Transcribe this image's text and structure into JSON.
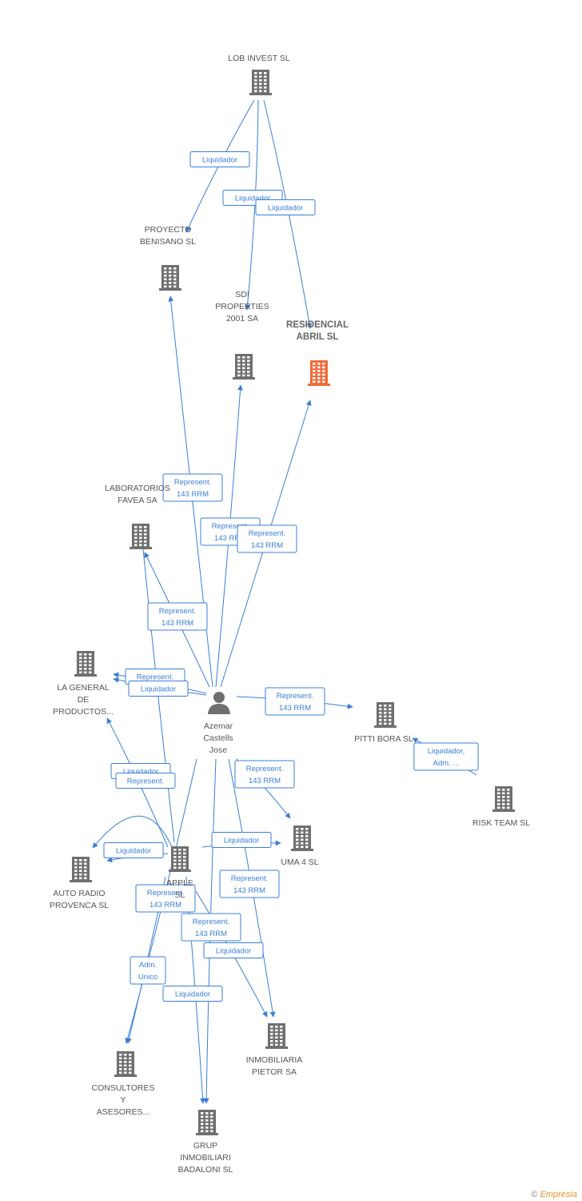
{
  "nodes": [
    {
      "id": "lob",
      "type": "company",
      "label": [
        "LOB INVEST SL"
      ]
    },
    {
      "id": "proyecto",
      "type": "company",
      "label": [
        "PROYECTO",
        "BENISANO SL"
      ]
    },
    {
      "id": "sdi",
      "type": "company",
      "label": [
        "SDI",
        "PROPERTIES",
        "2001 SA"
      ]
    },
    {
      "id": "residencial",
      "type": "company",
      "highlight": true,
      "label": [
        "RESIDENCIAL",
        "ABRIL SL"
      ]
    },
    {
      "id": "laboratorios",
      "type": "company",
      "label": [
        "LABORATORIOS",
        "FAVEA SA"
      ]
    },
    {
      "id": "lageneral",
      "type": "company",
      "label": [
        "LA GENERAL",
        "DE",
        "PRODUCTOS..."
      ]
    },
    {
      "id": "azemar",
      "type": "person",
      "label": [
        "Azemar",
        "Castells",
        "Jose"
      ]
    },
    {
      "id": "pittibora",
      "type": "company",
      "label": [
        "PITTI BORA SL"
      ]
    },
    {
      "id": "riskteam",
      "type": "company",
      "label": [
        "RISK TEAM SL"
      ]
    },
    {
      "id": "uma4",
      "type": "company",
      "label": [
        "UMA 4 SL"
      ]
    },
    {
      "id": "autoradio",
      "type": "company",
      "label": [
        "AUTO RADIO",
        "PROVENCA SL"
      ]
    },
    {
      "id": "apple",
      "type": "company",
      "label": [
        "APPLE",
        "SL"
      ]
    },
    {
      "id": "inmobiliaria",
      "type": "company",
      "label": [
        "INMOBILIARIA",
        "PIETOR SA"
      ]
    },
    {
      "id": "consultores",
      "type": "company",
      "label": [
        "CONSULTORES",
        "Y",
        "ASESORES..."
      ]
    },
    {
      "id": "grup",
      "type": "company",
      "label": [
        "GRUP",
        "INMOBILIARI",
        "BADALONI SL"
      ]
    }
  ],
  "edges": [
    {
      "from": "lob",
      "to": "proyecto",
      "label": [
        "Liquidador"
      ]
    },
    {
      "from": "lob",
      "to": "sdi",
      "label": [
        "Liquidador"
      ]
    },
    {
      "from": "lob",
      "to": "residencial",
      "label": [
        "Liquidador"
      ]
    },
    {
      "from": "azemar",
      "to": "proyecto",
      "label": [
        "Represent.",
        "143 RRM"
      ]
    },
    {
      "from": "azemar",
      "to": "sdi",
      "label": [
        "Represent.",
        "143 RRM"
      ]
    },
    {
      "from": "azemar",
      "to": "residencial",
      "label": [
        "Represent.",
        "143 RRM"
      ]
    },
    {
      "from": "azemar",
      "to": "laboratorios",
      "label": [
        "Represent.",
        "143 RRM"
      ]
    },
    {
      "from": "azemar",
      "to": "lageneral",
      "label": [
        "Represent."
      ]
    },
    {
      "from": "azemar",
      "to": "lageneral",
      "label": [
        "Liquidador"
      ]
    },
    {
      "from": "azemar",
      "to": "pittibora",
      "label": [
        "Represent.",
        "143 RRM"
      ]
    },
    {
      "from": "riskteam",
      "to": "pittibora",
      "label": [
        "Liquidador,",
        "Adm. ..."
      ]
    },
    {
      "from": "azemar",
      "to": "uma4",
      "label": [
        "Represent.",
        "143 RRM"
      ]
    },
    {
      "from": "apple",
      "to": "uma4",
      "label": [
        "Liquidador"
      ]
    },
    {
      "from": "apple",
      "to": "lageneral",
      "label": [
        "Liquidador"
      ]
    },
    {
      "from": "apple",
      "to": "autoradio",
      "label": [
        "Represent."
      ]
    },
    {
      "from": "apple",
      "to": "autoradio",
      "label": [
        "Liquidador"
      ]
    },
    {
      "from": "apple",
      "to": "laboratorios",
      "label": []
    },
    {
      "from": "azemar",
      "to": "consultores",
      "label": [
        "Represent.",
        "143 RRM"
      ]
    },
    {
      "from": "apple",
      "to": "consultores",
      "label": [
        "Adm.",
        "Unico"
      ]
    },
    {
      "from": "azemar",
      "to": "grup",
      "label": [
        "Represent.",
        "143 RRM"
      ]
    },
    {
      "from": "apple",
      "to": "grup",
      "label": [
        "Liquidador"
      ]
    },
    {
      "from": "azemar",
      "to": "inmobiliaria",
      "label": [
        "Represent.",
        "143 RRM"
      ]
    },
    {
      "from": "apple",
      "to": "inmobiliaria",
      "label": [
        "Liquidador"
      ]
    }
  ],
  "colors": {
    "edge": "#3a7fd5",
    "node": "#6f6f6f",
    "highlight": "#f26a3a"
  },
  "footer": {
    "copyright": "©",
    "brand": "Empresia"
  }
}
